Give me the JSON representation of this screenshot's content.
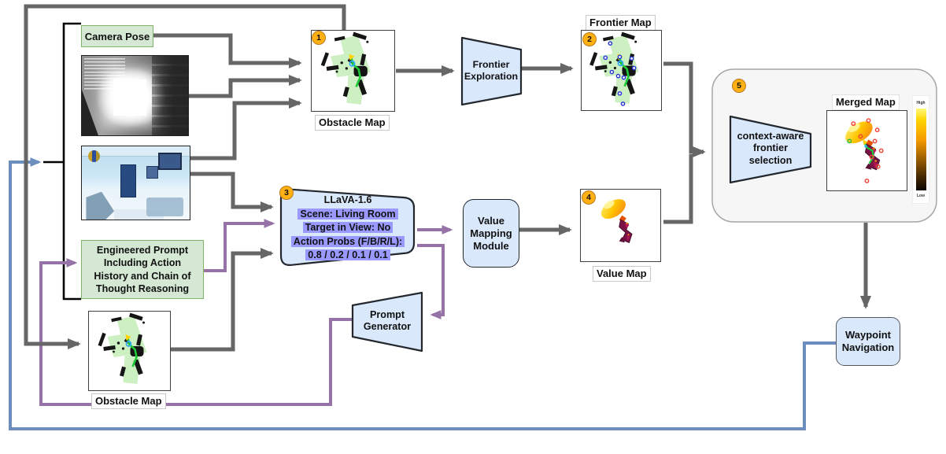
{
  "nodes": {
    "camera_pose": {
      "label": "Camera Pose"
    },
    "obstacle_map_1": {
      "badge": "1",
      "label": "Obstacle Map"
    },
    "frontier_exploration": {
      "lines": [
        "Frontier",
        "Exploration"
      ]
    },
    "frontier_map": {
      "badge": "2",
      "title": "Frontier Map"
    },
    "llava": {
      "badge": "3",
      "title": "LLaVA-1.6",
      "lines": [
        "Scene: Living Room",
        "Target in View: No",
        "Action Probs (F/B/R/L):",
        "0.8 / 0.2 / 0.1 / 0.1"
      ]
    },
    "value_mapping_module": {
      "lines": [
        "Value",
        "Mapping",
        "Module"
      ]
    },
    "value_map": {
      "badge": "4",
      "label": "Value Map"
    },
    "selection_block": {
      "badge": "5",
      "lines": [
        "context-aware",
        "frontier",
        "selection"
      ]
    },
    "merged_map": {
      "title": "Merged Map",
      "colorbar_high": "High",
      "colorbar_low": "Low"
    },
    "engineered_prompt": {
      "lines": [
        "Engineered Prompt",
        "Including Action",
        "History and Chain of",
        "Thought Reasoning"
      ]
    },
    "prompt_generator": {
      "lines": [
        "Prompt",
        "Generator"
      ]
    },
    "obstacle_map_2": {
      "label": "Obstacle Map"
    },
    "waypoint_navigation": {
      "lines": [
        "Waypoint",
        "Navigation"
      ]
    }
  },
  "colors": {
    "connector_gray": "#666666",
    "connector_purple": "#9673A6",
    "connector_blue": "#6C8EBF",
    "block_fill": "#DAE8FC",
    "green_fill": "#D5E8D4",
    "green_border": "#82B366",
    "badge_fill": "#FFB114",
    "text_highlight": "#9999FF"
  }
}
